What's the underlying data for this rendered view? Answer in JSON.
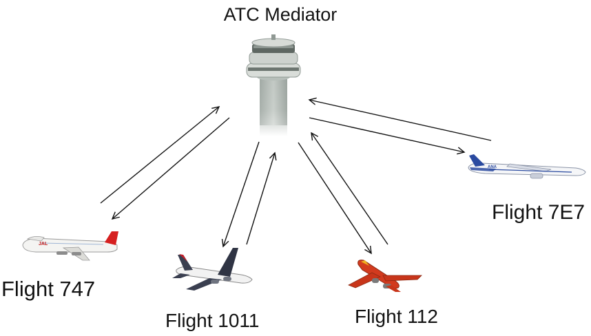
{
  "diagram": {
    "mediator_label": "ATC Mediator",
    "flights": [
      {
        "id": "747",
        "label": "Flight 747",
        "livery_text": "JAL",
        "tail_color": "#d62020"
      },
      {
        "id": "1011",
        "label": "Flight 1011"
      },
      {
        "id": "112",
        "label": "Flight 112"
      },
      {
        "id": "7e7",
        "label": "Flight 7E7",
        "livery_text": "ANA"
      }
    ],
    "colors": {
      "arrow": "#111111",
      "tower": "#c9cec8",
      "tower_dark": "#7f8883",
      "ana_blue": "#2a4aa0",
      "flight112_red": "#d23a1e"
    },
    "icons": [
      "control-tower-icon",
      "airplane-icon"
    ]
  }
}
